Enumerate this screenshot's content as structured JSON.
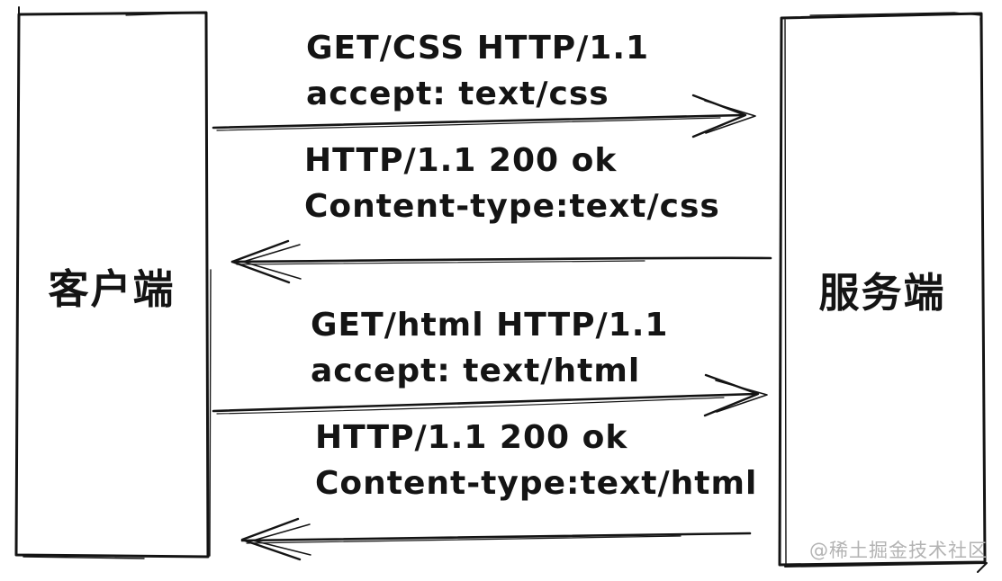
{
  "diagram": {
    "type": "sequence-diagram",
    "style": "hand-drawn",
    "nodes": {
      "client": {
        "label": "客户端"
      },
      "server": {
        "label": "服务端"
      }
    },
    "messages": [
      {
        "id": "request-css",
        "from": "client",
        "to": "server",
        "direction": "right",
        "lines": [
          "GET/CSS HTTP/1.1",
          "accept: text/css"
        ]
      },
      {
        "id": "response-css",
        "from": "server",
        "to": "client",
        "direction": "left",
        "lines": [
          "HTTP/1.1 200 ok",
          "Content-type:text/css"
        ]
      },
      {
        "id": "request-html",
        "from": "client",
        "to": "server",
        "direction": "right",
        "lines": [
          "GET/html HTTP/1.1",
          "accept: text/html"
        ]
      },
      {
        "id": "response-html",
        "from": "server",
        "to": "client",
        "direction": "left",
        "lines": [
          "HTTP/1.1 200 ok",
          "Content-type:text/html"
        ]
      }
    ],
    "watermark": "@稀土掘金技术社区",
    "colors": {
      "ink": "#141414",
      "watermark": "#b3b3b3",
      "background": "#ffffff"
    }
  }
}
